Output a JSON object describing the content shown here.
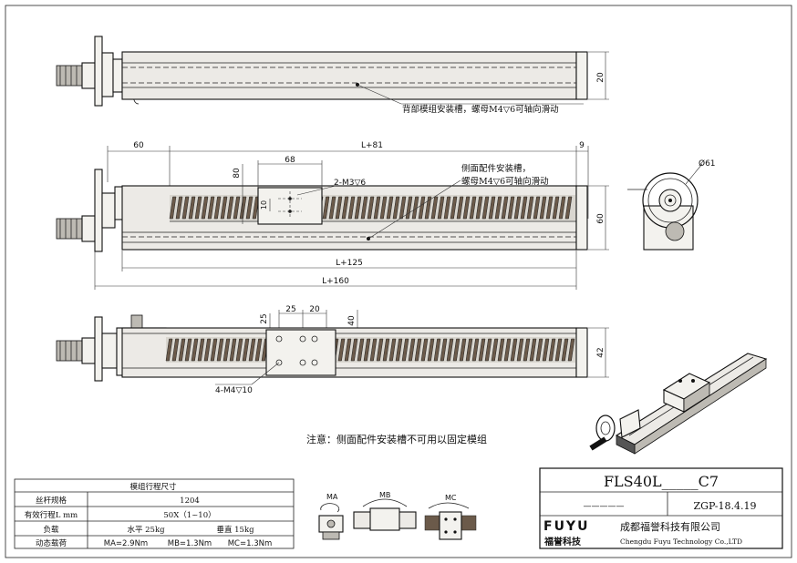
{
  "views": {
    "top_groove_note": "背部模组安装槽，螺母M4▽6可轴向滑动",
    "top_height": "20",
    "side_dim_motor": "60",
    "side_dim_length": "L+81",
    "side_dim_end": "9",
    "side_dim_carriage": "68",
    "side_dim_height80": "80",
    "side_dim_10": "10",
    "side_hole_note": "2-M3▽6",
    "side_groove_note_1": "侧面配件安装槽，",
    "side_groove_note_2": "螺母M4▽6可轴向滑动",
    "side_height": "60",
    "side_dim_l125": "L+125",
    "side_dim_l160": "L+160",
    "end_diameter": "Ø61",
    "front_dim_25a": "25",
    "front_dim_25b": "25",
    "front_dim_20": "20",
    "front_dim_40": "40",
    "front_height": "42",
    "front_hole_note": "4-M4▽10",
    "attention_note": "注意：侧面配件安装槽不可用以固定模组"
  },
  "spec_table": {
    "title": "模组行程尺寸",
    "rows": [
      {
        "label": "丝杆规格",
        "value": "1204"
      },
      {
        "label": "有效行程L mm",
        "value": "50X（1~10）"
      },
      {
        "label": "负载",
        "value_a": "水平 25kg",
        "value_b": "垂直 15kg"
      },
      {
        "label": "动态载荷",
        "ma": "MA=2.9Nm",
        "mb": "MB=1.3Nm",
        "mc": "MC=1.3Nm"
      }
    ]
  },
  "moments": {
    "ma": "MA",
    "mb": "MB",
    "mc": "MC"
  },
  "title_block": {
    "model": "FLS40L_____C7",
    "blank": "—————",
    "code": "ZGP-18.4.19",
    "logo_en": "FUYU",
    "logo_cn": "福誉科技",
    "company_cn": "成都福誉科技有限公司",
    "company_en": "Chengdu Fuyu Technology Co.,LTD"
  },
  "colors": {
    "line": "#111111",
    "screw": "#6b5a4a",
    "logo": "#1a1a1a"
  }
}
